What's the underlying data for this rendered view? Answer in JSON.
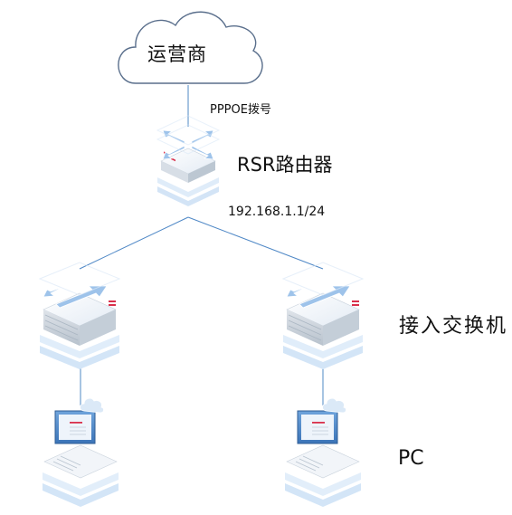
{
  "nodes": {
    "cloud": {
      "label": "运营商"
    },
    "router": {
      "label": "RSR路由器"
    },
    "switch": {
      "label": "接入交换机"
    },
    "pc": {
      "label": "PC"
    }
  },
  "links": {
    "uplink": {
      "label": "PPPOE拨号"
    },
    "lan": {
      "label": "192.168.1.1/24"
    }
  },
  "colors": {
    "line": "#4f88c6",
    "cloud_stroke": "#5a6f8c",
    "accent_red": "#d9304b",
    "device_blue": "#9ec3ea"
  }
}
